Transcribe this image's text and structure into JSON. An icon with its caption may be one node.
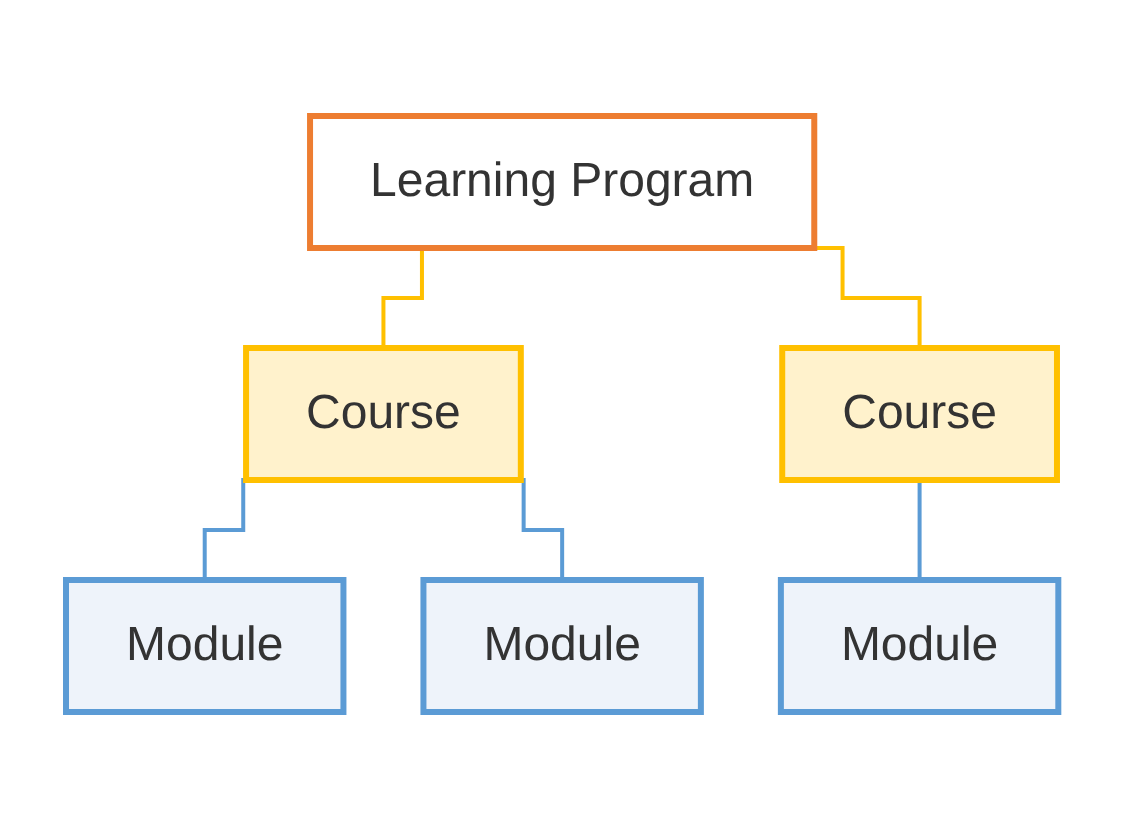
{
  "diagram": {
    "nodes": [
      {
        "text": [
          "Learning Program"
        ]
      },
      {
        "text": [
          "Course"
        ]
      },
      {
        "text": [
          "Course"
        ]
      },
      {
        "text": [
          "Module"
        ]
      },
      {
        "text": [
          "Module"
        ]
      },
      {
        "text": [
          "Module"
        ]
      }
    ],
    "edges": [
      {
        "from": 0,
        "to": 1,
        "arrow": "none",
        "color": "#ffc000"
      },
      {
        "from": 0,
        "to": 2,
        "arrow": "none",
        "color": "#ffc000"
      },
      {
        "from": 1,
        "to": 3,
        "arrow": "none"
      },
      {
        "from": 1,
        "to": 4,
        "arrow": "none"
      },
      {
        "from": 2,
        "to": 5,
        "arrow": "none"
      }
    ]
  }
}
